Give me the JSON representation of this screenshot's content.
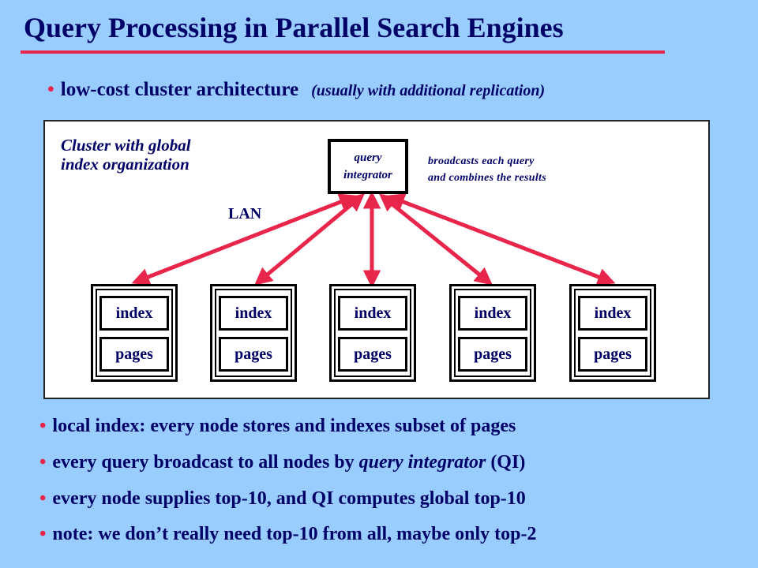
{
  "title": "Query Processing in Parallel Search Engines",
  "top_bullet": {
    "text": "low-cost cluster architecture",
    "note": "(usually with additional replication)"
  },
  "diagram": {
    "cluster_label_line1": "Cluster with global",
    "cluster_label_line2": "index organization",
    "qi_line1": "query",
    "qi_line2": "integrator",
    "qi_note_line1": "broadcasts each query",
    "qi_note_line2": "and combines the results",
    "lan_label": "LAN",
    "arrow_color": "#e8254a",
    "nodes": [
      {
        "top": "index",
        "bottom": "pages"
      },
      {
        "top": "index",
        "bottom": "pages"
      },
      {
        "top": "index",
        "bottom": "pages"
      },
      {
        "top": "index",
        "bottom": "pages"
      },
      {
        "top": "index",
        "bottom": "pages"
      }
    ]
  },
  "bullets": {
    "b1": "local index: every node stores and indexes subset of pages",
    "b2_pre": "every query broadcast to all nodes by ",
    "b2_it": "query integrator",
    "b2_post": " (QI)",
    "b3": "every node supplies top-10, and QI computes global top-10",
    "b4": "note: we don’t really need top-10 from all, maybe only top-2"
  }
}
